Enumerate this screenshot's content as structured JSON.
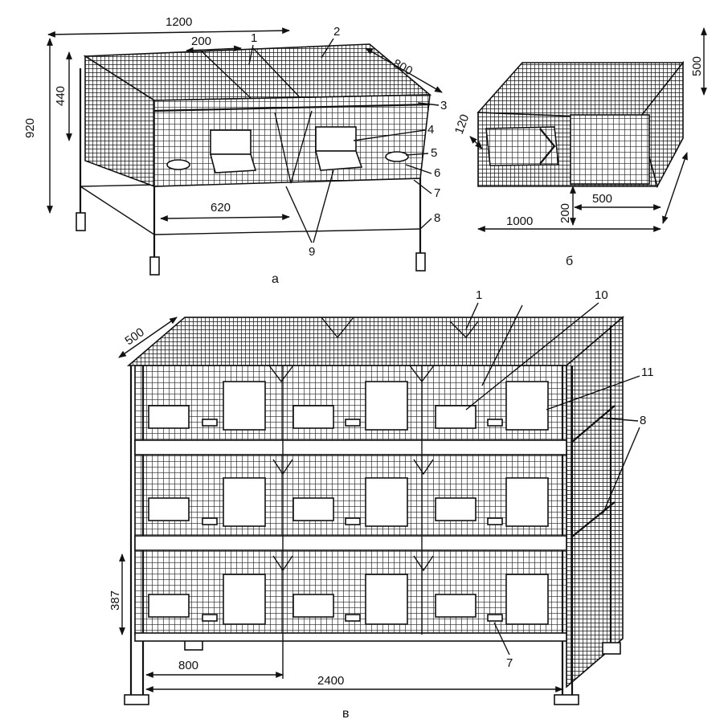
{
  "figures": {
    "a": {
      "caption": "а",
      "dimensions": {
        "width": "1200",
        "depth": "800",
        "height": "920",
        "inner_height": "440",
        "gap": "200",
        "span": "620"
      },
      "callouts": [
        "1",
        "2",
        "3",
        "4",
        "5",
        "6",
        "7",
        "8",
        "9"
      ]
    },
    "b": {
      "caption": "б",
      "dimensions": {
        "length": "1000",
        "height": "500",
        "width": "500",
        "opening_h": "200",
        "opening_w": "120"
      }
    },
    "v": {
      "caption": "в",
      "dimensions": {
        "depth": "500",
        "tier_height": "387",
        "section": "800",
        "total": "2400"
      },
      "callouts": {
        "c1": "1",
        "c10": "10",
        "c11": "11",
        "c8": "8",
        "c7": "7"
      }
    }
  }
}
